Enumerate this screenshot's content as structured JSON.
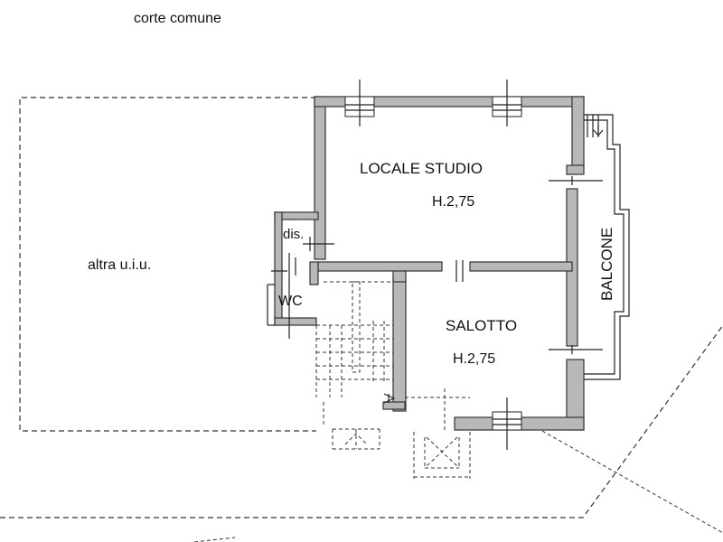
{
  "labels": {
    "outside": "corte comune",
    "neighbour": "altra u.i.u.",
    "room_study": "LOCALE STUDIO",
    "room_study_height": "H.2,75",
    "room_living": "SALOTTO",
    "room_living_height": "H.2,75",
    "balcony": "BALCONE",
    "closet": "dis.",
    "bathroom": "WC"
  },
  "colors": {
    "wall_fill": "#b8b8b8",
    "line": "#222222",
    "background": "#ffffff"
  }
}
